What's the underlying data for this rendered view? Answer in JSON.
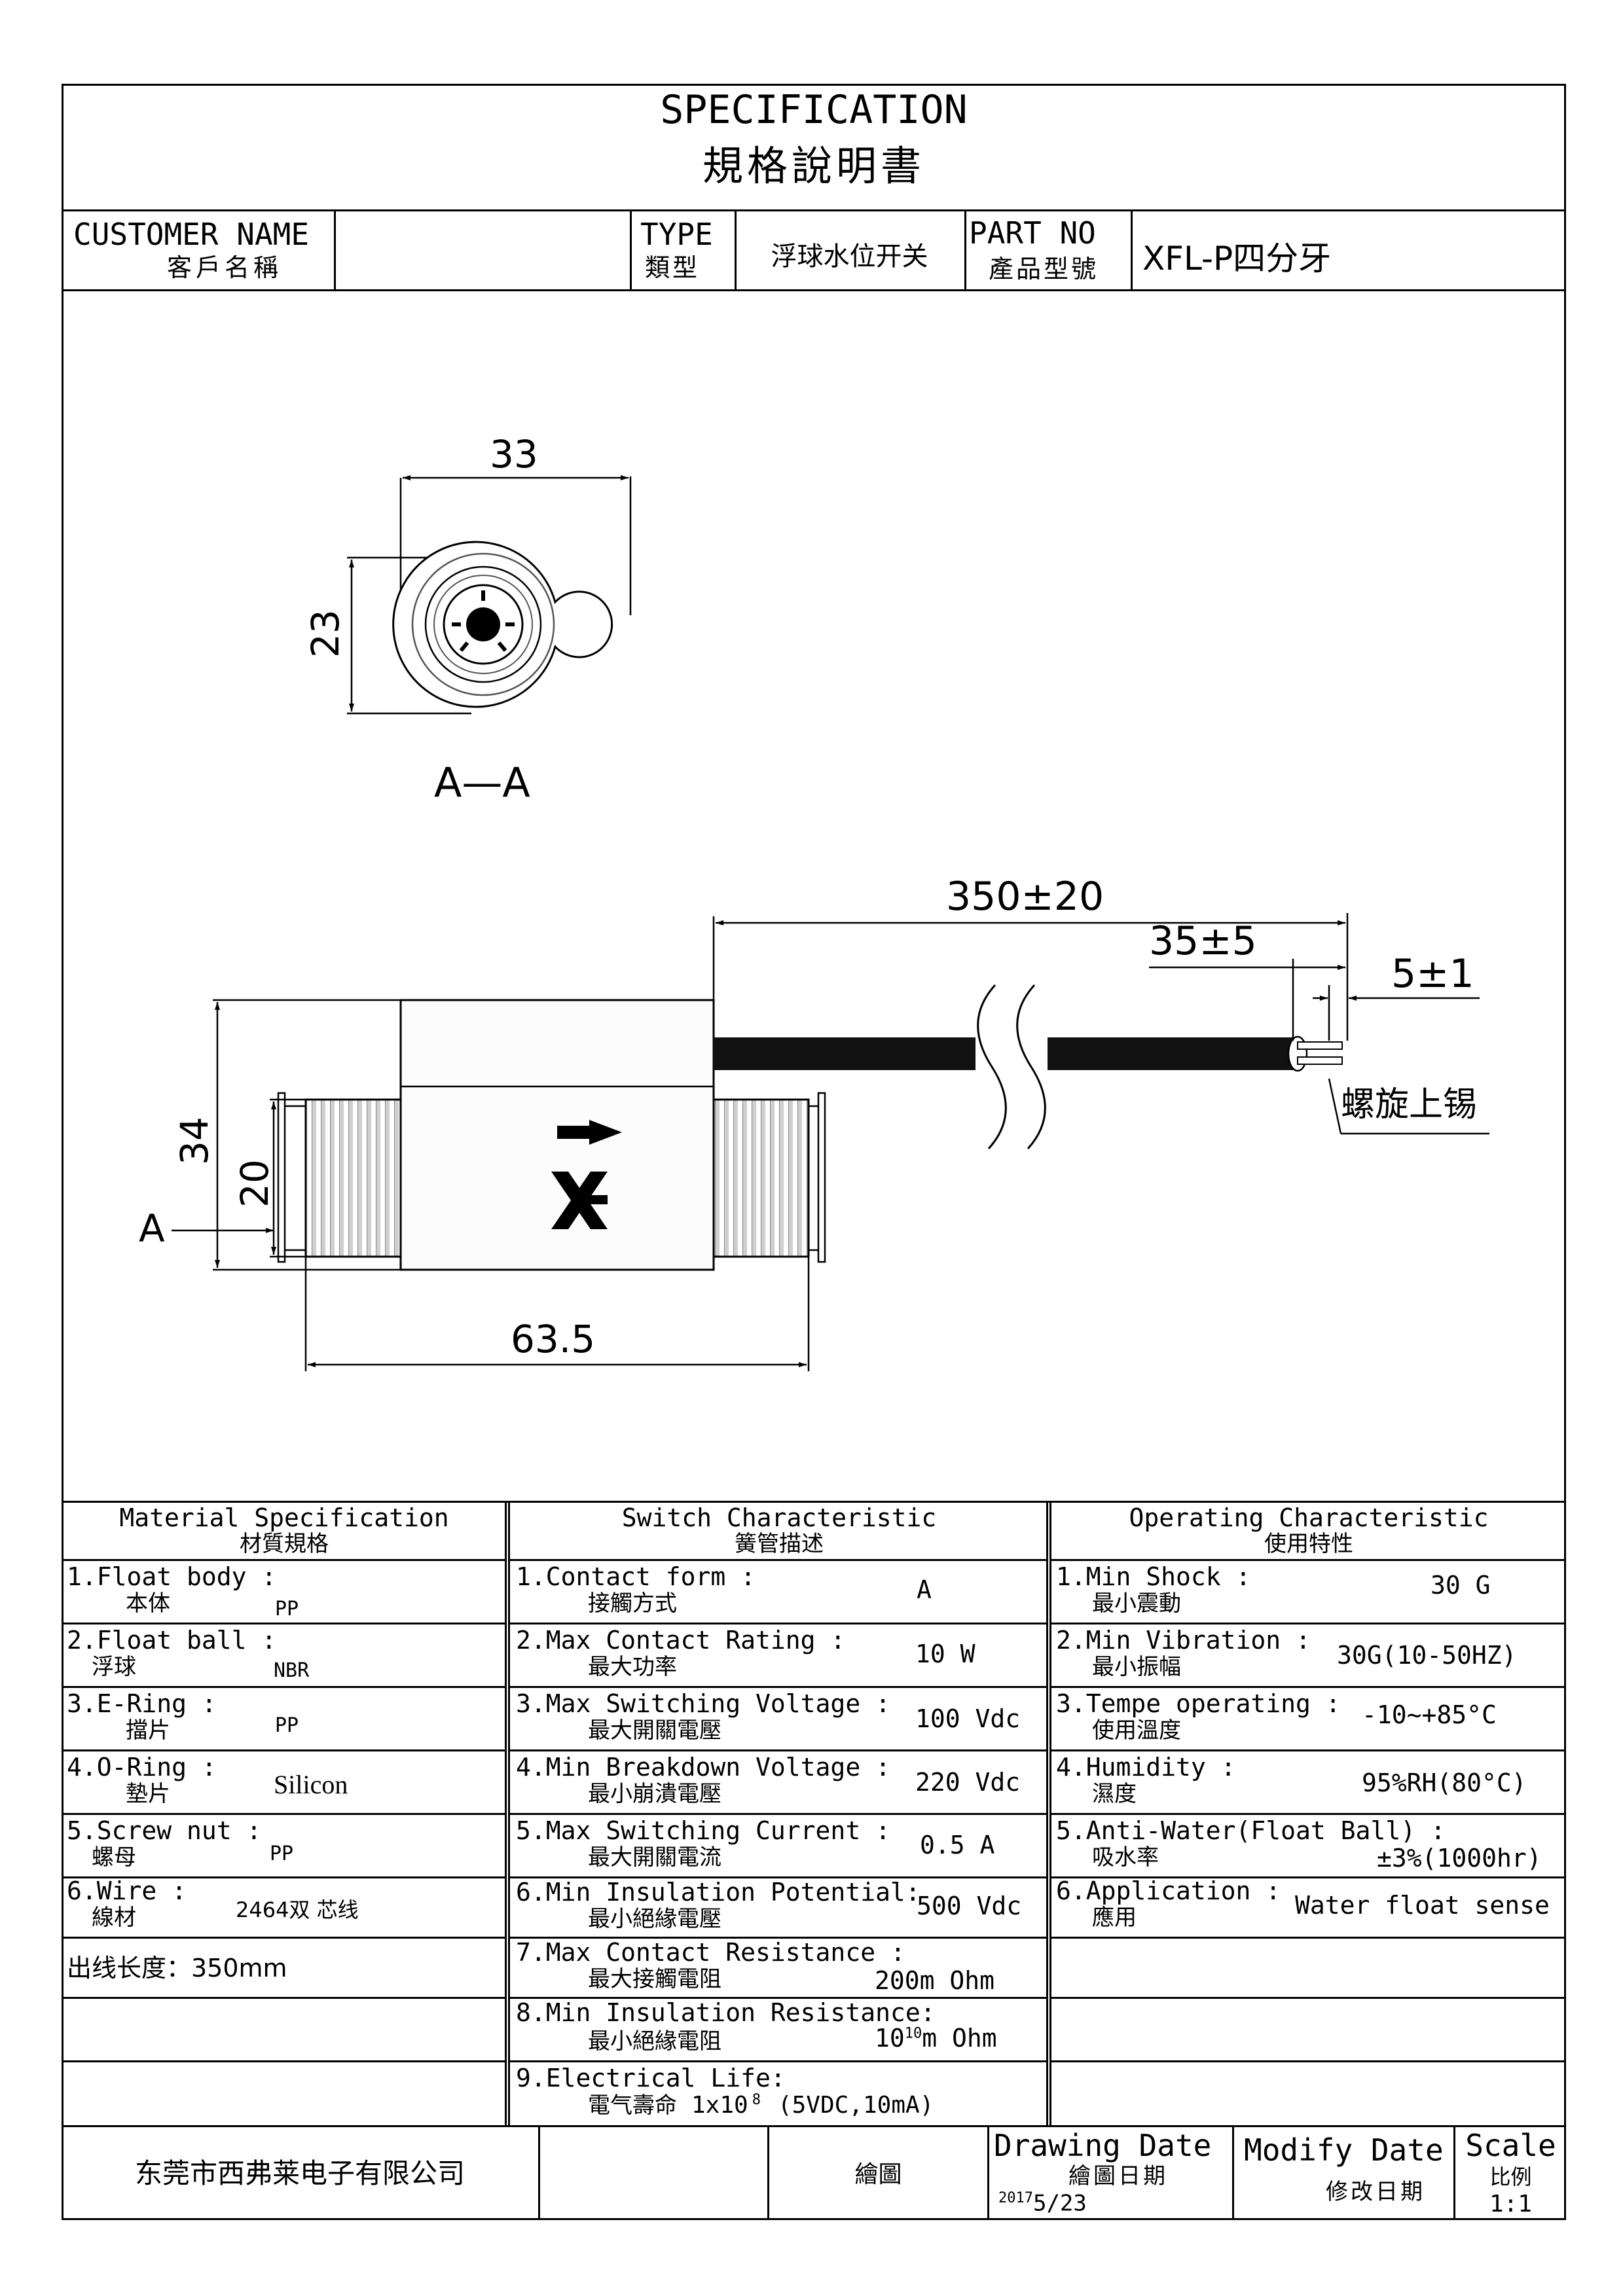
{
  "header": {
    "title_en": "SPECIFICATION",
    "title_cn": "規格說明書"
  },
  "info": {
    "customer_label_en": "CUSTOMER NAME",
    "customer_label_cn": "客戶名稱",
    "customer_value": "",
    "type_label_en": "TYPE",
    "type_label_cn": "類型",
    "type_value": "浮球水位开关",
    "part_label_en": "PART NO",
    "part_label_cn": "產品型號",
    "part_value": "XFL-P四分牙"
  },
  "drawing": {
    "section_width": "33",
    "section_height": "23",
    "section_label": "A—A",
    "cable_length": "350±20",
    "strip_length": "35±5",
    "lead_length": "5±1",
    "tinning_note": "螺旋上锡",
    "body_height": "34",
    "thread_diameter": "20",
    "section_marker": "A",
    "total_length": "63.5",
    "logo_text": "XF"
  },
  "material": {
    "header_en": "Material  Specification",
    "header_cn": "材質規格",
    "rows": [
      {
        "en": "1.Float body :",
        "cn": "本体",
        "value": "PP"
      },
      {
        "en": "2.Float ball :",
        "cn": "浮球",
        "value": "NBR"
      },
      {
        "en": "3.E-Ring :",
        "cn": "擋片",
        "value": "PP"
      },
      {
        "en": "4.O-Ring :",
        "cn": "墊片",
        "value": "Silicon"
      },
      {
        "en": "5.Screw nut :",
        "cn": "螺母",
        "value": "PP"
      },
      {
        "en": "6.Wire :",
        "cn": "線材",
        "value": "2464双 芯线"
      }
    ],
    "extra": "出线长度：350mm"
  },
  "switch": {
    "header_en": "Switch Characteristic",
    "header_cn": "簧管描述",
    "rows": [
      {
        "en": "1.Contact form :",
        "cn": "接觸方式",
        "value": "A"
      },
      {
        "en": "2.Max Contact Rating :",
        "cn": "最大功率",
        "value": "10 W"
      },
      {
        "en": "3.Max Switching Voltage :",
        "cn": "最大開關電壓",
        "value": "100 Vdc"
      },
      {
        "en": "4.Min Breakdown Voltage :",
        "cn": "最小崩潰電壓",
        "value": "220 Vdc"
      },
      {
        "en": "5.Max Switching Current :",
        "cn": "最大開關電流",
        "value": "0.5 A"
      },
      {
        "en": "6.Min Insulation Potential:",
        "cn": "最小絕緣電壓",
        "value": "500 Vdc"
      },
      {
        "en": "7.Max Contact Resistance :",
        "cn": "最大接觸電阻",
        "value": "200m Ohm"
      },
      {
        "en": "8.Min Insulation Resistance:",
        "cn": "最小絕緣電阻",
        "value_base": "10",
        "value_exp": "10",
        "value_unit": "m Ohm"
      },
      {
        "en": "9.Electrical Life:",
        "cn": "電气壽命",
        "life_base": "1x10",
        "life_exp": "8",
        "life_cond": "(5VDC,10mA)"
      }
    ]
  },
  "operating": {
    "header_en": "Operating Characteristic",
    "header_cn": "使用特性",
    "rows": [
      {
        "en": "1.Min Shock :",
        "cn": "最小震動",
        "value": "30 G"
      },
      {
        "en": "2.Min Vibration :",
        "cn": "最小振幅",
        "value": "30G(10-50HZ)"
      },
      {
        "en": "3.Tempe operating :",
        "cn": "使用溫度",
        "value": "-10~+85°C"
      },
      {
        "en": "4.Humidity :",
        "cn": "濕度",
        "value": "95%RH(80°C)"
      },
      {
        "en": "5.Anti-Water(Float Ball) :",
        "cn": "吸水率",
        "value": "±3%(1000hr)"
      },
      {
        "en": "6.Application :",
        "cn": "應用",
        "value": "Water float sense"
      }
    ]
  },
  "footer": {
    "company": "东莞市西弗莱电子有限公司",
    "drawn_label": "繪圖",
    "drawing_date_en": "Drawing Date",
    "drawing_date_cn": "繪圖日期",
    "drawing_date_year": "2017",
    "drawing_date_rest": "5/23",
    "modify_date_en": "Modify Date",
    "modify_date_cn": "修改日期",
    "scale_en": "Scale",
    "scale_cn": "比例",
    "scale_value": "1:1"
  }
}
